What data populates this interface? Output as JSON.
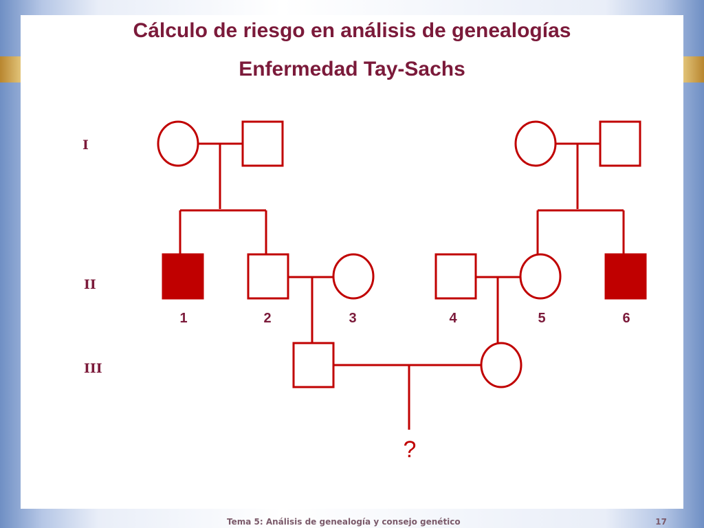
{
  "title": {
    "line1": "Cálculo de riesgo en análisis de genealogías",
    "line2": "Enfermedad Tay-Sachs"
  },
  "colors": {
    "line": "#c00000",
    "title": "#7b1a3a",
    "affected_fill": "#c00000",
    "unaffected_fill": "#ffffff"
  },
  "generations": [
    "I",
    "II",
    "III"
  ],
  "individuals": {
    "gen1": [
      {
        "id": "I-a",
        "sex": "female",
        "affected": false
      },
      {
        "id": "I-b",
        "sex": "male",
        "affected": false
      },
      {
        "id": "I-c",
        "sex": "female",
        "affected": false
      },
      {
        "id": "I-d",
        "sex": "male",
        "affected": false
      }
    ],
    "gen2": [
      {
        "number": "1",
        "sex": "male",
        "affected": true
      },
      {
        "number": "2",
        "sex": "male",
        "affected": false
      },
      {
        "number": "3",
        "sex": "female",
        "affected": false
      },
      {
        "number": "4",
        "sex": "male",
        "affected": false
      },
      {
        "number": "5",
        "sex": "female",
        "affected": false
      },
      {
        "number": "6",
        "sex": "male",
        "affected": true
      }
    ],
    "gen3": [
      {
        "id": "III-a",
        "sex": "male",
        "affected": false
      },
      {
        "id": "III-b",
        "sex": "female",
        "affected": false
      }
    ]
  },
  "unknown_offspring": "?",
  "footer": {
    "text": "Tema 5: Análisis de genealogía y consejo genético",
    "page": "17"
  }
}
